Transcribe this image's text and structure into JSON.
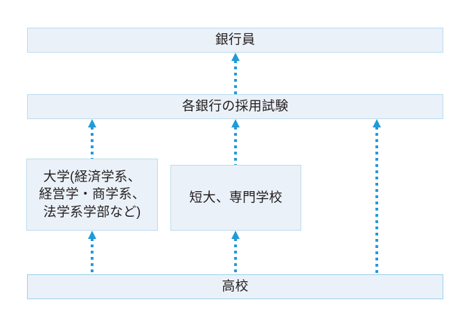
{
  "diagram": {
    "type": "flowchart",
    "orientation": "bottom-to-top",
    "theme": {
      "box_fill": "#ebf1f8",
      "box_border": "#b8dcef",
      "arrow_color": "#1f9bd8",
      "text_color": "#231f20",
      "background": "#ffffff"
    },
    "nodes": [
      {
        "id": "banker",
        "label": "銀行員"
      },
      {
        "id": "exam",
        "label": "各銀行の採用試験"
      },
      {
        "id": "university",
        "label": "大学(経済学系、\n経営学・商学系、\n法学系学部など)"
      },
      {
        "id": "junior",
        "label": "短大、専門学校"
      },
      {
        "id": "highschool",
        "label": "高校"
      }
    ],
    "edges": [
      {
        "id": "hs-univ",
        "from": "高校",
        "to": "大学(経済学系、経営学・商学系、法学系学部など)",
        "style": "dotted",
        "arrowhead": "up"
      },
      {
        "id": "hs-junior",
        "from": "高校",
        "to": "短大、専門学校",
        "style": "dotted",
        "arrowhead": "up"
      },
      {
        "id": "hs-exam",
        "from": "高校",
        "to": "各銀行の採用試験",
        "style": "dotted",
        "arrowhead": "up"
      },
      {
        "id": "univ-exam",
        "from": "大学(経済学系、経営学・商学系、法学系学部など)",
        "to": "各銀行の採用試験",
        "style": "dotted",
        "arrowhead": "up"
      },
      {
        "id": "junior-exam",
        "from": "短大、専門学校",
        "to": "各銀行の採用試験",
        "style": "dotted",
        "arrowhead": "up"
      },
      {
        "id": "exam-banker",
        "from": "各銀行の採用試験",
        "to": "銀行員",
        "style": "dotted",
        "arrowhead": "up"
      }
    ]
  }
}
